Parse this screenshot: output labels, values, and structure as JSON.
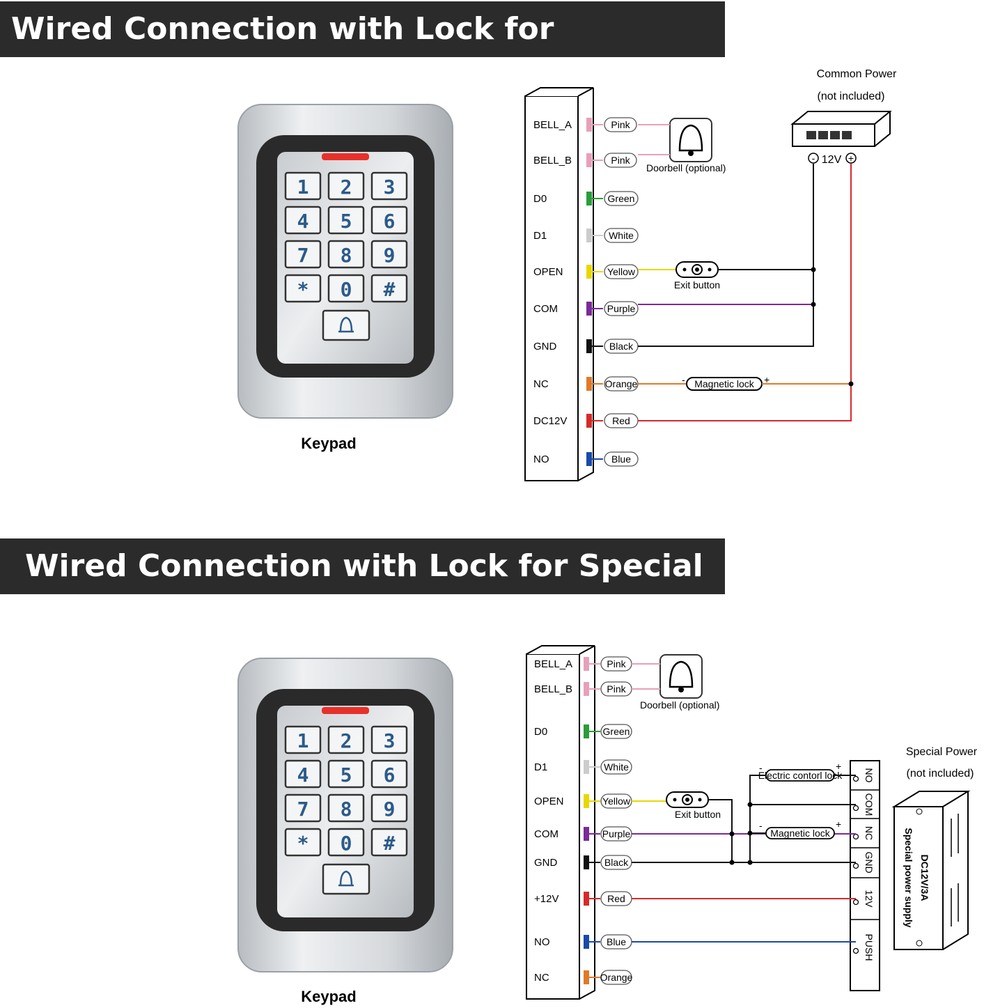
{
  "sections": [
    {
      "title": "Wired Connection with Lock for Commom Power",
      "keypad_label": "Keypad",
      "pins": [
        "BELL_A",
        "BELL_B",
        "D0",
        "D1",
        "OPEN",
        "COM",
        "GND",
        "NC",
        "DC12V",
        "NO"
      ],
      "wires": [
        "Pink",
        "Pink",
        "Green",
        "White",
        "Yellow",
        "Purple",
        "Black",
        "Orange",
        "Red",
        "Blue"
      ],
      "wire_colors": [
        "#e8a0b8",
        "#e8a0b8",
        "#2a9d3a",
        "#cccccc",
        "#e8d800",
        "#7a2a9a",
        "#111111",
        "#e07a2a",
        "#d62a2a",
        "#1a4aa8"
      ],
      "doorbell_label": "Doorbell (optional)",
      "exit_label": "Exit button",
      "lock_label": "Magnetic lock",
      "power_title": "Common Power",
      "power_sub": "(not included)",
      "power_voltage": "12V",
      "minus": "-",
      "plus": "+"
    },
    {
      "title": "Wired Connection with Lock for Special Power",
      "keypad_label": "Keypad",
      "pins": [
        "BELL_A",
        "BELL_B",
        "D0",
        "D1",
        "OPEN",
        "COM",
        "GND",
        "+12V",
        "NO",
        "NC"
      ],
      "wires": [
        "Pink",
        "Pink",
        "Green",
        "White",
        "Yellow",
        "Purple",
        "Black",
        "Red",
        "Blue",
        "Orange"
      ],
      "wire_colors": [
        "#e8a0b8",
        "#e8a0b8",
        "#2a9d3a",
        "#cccccc",
        "#e8d800",
        "#7a2a9a",
        "#111111",
        "#d62a2a",
        "#1a4aa8",
        "#e07a2a"
      ],
      "doorbell_label": "Doorbell (optional)",
      "exit_label": "Exit button",
      "lock1_label": "Electric contorl lock",
      "lock2_label": "Magnetic lock",
      "terminals": [
        "NO",
        "COM",
        "NC",
        "GND",
        "12V",
        "PUSH"
      ],
      "power_title": "Special Power",
      "power_sub": "(not included)",
      "psu_line1": "DC12V/3A",
      "psu_line2": "Special power supply",
      "minus": "-",
      "plus": "+"
    }
  ],
  "keys": [
    "1",
    "2",
    "3",
    "4",
    "5",
    "6",
    "7",
    "8",
    "9",
    "*",
    "0",
    "#"
  ]
}
